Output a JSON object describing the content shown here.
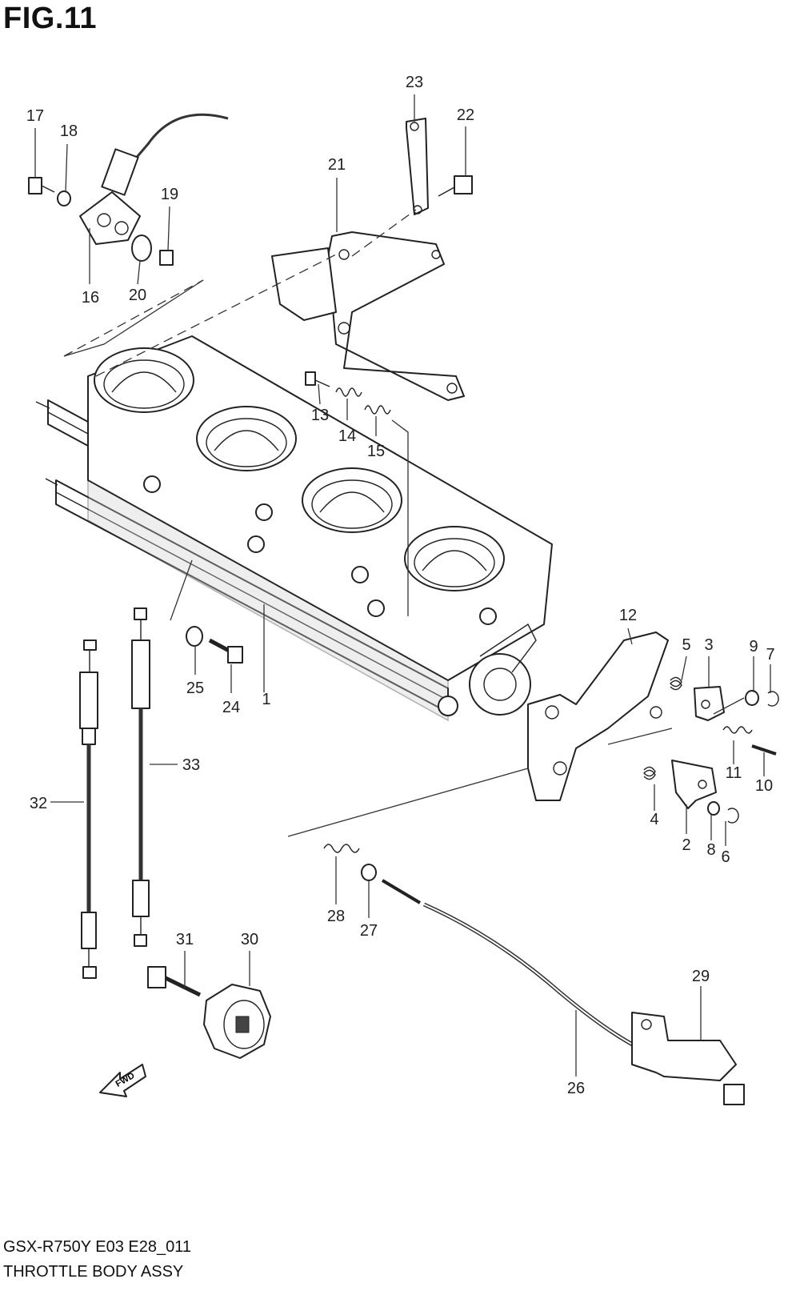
{
  "figure": {
    "title": "FIG.11",
    "model_code": "GSX-R750Y E03 E28_011",
    "assembly_name": "THROTTLE BODY ASSY",
    "direction_marker": "FWD"
  },
  "callouts": [
    "1",
    "2",
    "3",
    "4",
    "5",
    "6",
    "7",
    "8",
    "9",
    "10",
    "11",
    "12",
    "13",
    "14",
    "15",
    "16",
    "17",
    "18",
    "19",
    "20",
    "21",
    "22",
    "23",
    "24",
    "25",
    "26",
    "27",
    "28",
    "29",
    "30",
    "31",
    "32",
    "33"
  ]
}
